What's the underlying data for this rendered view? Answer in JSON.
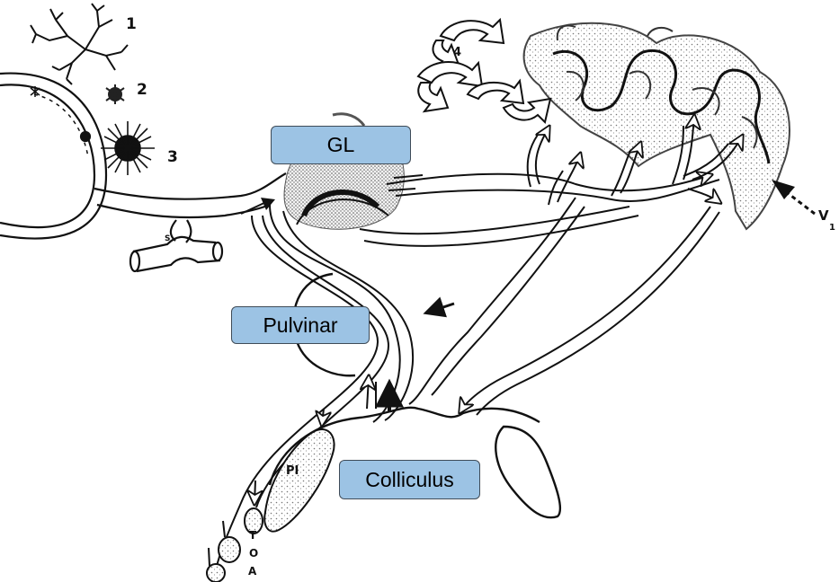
{
  "labels": {
    "gl": "GL",
    "pulvinar": "Pulvinar",
    "colliculus": "Colliculus"
  },
  "markers": {
    "n1": "1",
    "n2": "2",
    "n3": "3",
    "n4": "4",
    "t": "T",
    "o": "O",
    "a": "A",
    "pi": "PI",
    "v": "V",
    "v_sub": "1"
  },
  "colors": {
    "box_fill": "#9cc3e4",
    "box_border": "#3f4b57",
    "line": "#1a1a1a",
    "cortex_stipple": "#8a8a8a"
  }
}
